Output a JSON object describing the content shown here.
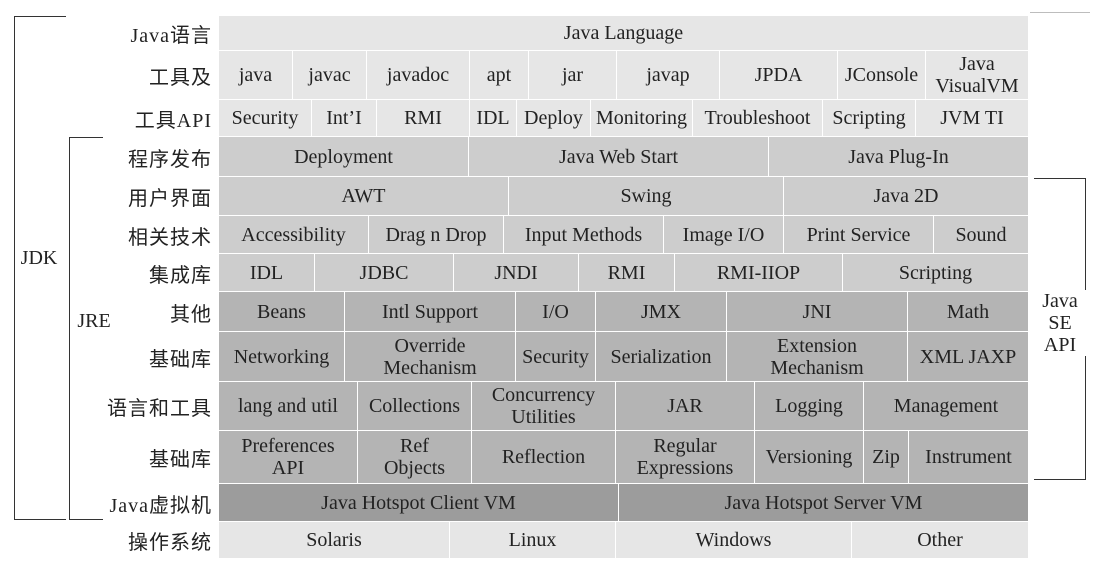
{
  "labels": {
    "jdk": "JDK",
    "jre": "JRE",
    "se_api": "Java\nSE\nAPI"
  },
  "row_labels": [
    "Java语言",
    "工具及",
    "工具API",
    "程序发布",
    "用户界面",
    "相关技术",
    "集成库",
    "其他",
    "基础库",
    "语言和工具",
    "基础库",
    "Java虚拟机",
    "操作系统"
  ],
  "rows": [
    {
      "shade": "l1",
      "cells": [
        [
          "Java Language",
          1
        ]
      ]
    },
    {
      "shade": "l1",
      "cells": [
        [
          "java",
          1
        ],
        [
          "javac",
          1
        ],
        [
          "javadoc",
          1.4
        ],
        [
          "apt",
          0.8
        ],
        [
          "jar",
          1.2
        ],
        [
          "javap",
          1.4
        ],
        [
          "JPDA",
          1.6
        ],
        [
          "JConsole",
          1.2
        ],
        [
          "Java\nVisualVM",
          1.4
        ]
      ]
    },
    {
      "shade": "l1",
      "cells": [
        [
          "Security",
          1
        ],
        [
          "Int’I",
          0.7
        ],
        [
          "RMI",
          1
        ],
        [
          "IDL",
          0.5
        ],
        [
          "Deploy",
          0.8
        ],
        [
          "Monitoring",
          1.1
        ],
        [
          "Troubleshoot",
          1.4
        ],
        [
          "Scripting",
          1
        ],
        [
          "JVM TI",
          1.2
        ]
      ]
    },
    {
      "shade": "l2",
      "cells": [
        [
          "Deployment",
          2.5
        ],
        [
          "Java Web Start",
          3
        ],
        [
          "Java Plug-In",
          2.6
        ]
      ]
    },
    {
      "shade": "l2",
      "cells": [
        [
          "AWT",
          2.9
        ],
        [
          "Swing",
          2.75
        ],
        [
          "Java 2D",
          2.45
        ]
      ]
    },
    {
      "shade": "l2",
      "cells": [
        [
          "Accessibility",
          1.5
        ],
        [
          "Drag n Drop",
          1.35
        ],
        [
          "Input Methods",
          1.6
        ],
        [
          "Image I/O",
          1.2
        ],
        [
          "Print Service",
          1.5
        ],
        [
          "Sound",
          0.95
        ]
      ]
    },
    {
      "shade": "l2",
      "cells": [
        [
          "IDL",
          1
        ],
        [
          "JDBC",
          1.45
        ],
        [
          "JNDI",
          1.3
        ],
        [
          "RMI",
          1
        ],
        [
          "RMI-IIOP",
          1.75
        ],
        [
          "Scripting",
          1.95
        ]
      ]
    },
    {
      "shade": "l3",
      "cells": [
        [
          "Beans",
          1.25
        ],
        [
          "Intl Support",
          1.7
        ],
        [
          "I/O",
          0.8
        ],
        [
          "JMX",
          1.3
        ],
        [
          "JNI",
          1.8
        ],
        [
          "Math",
          1.2
        ]
      ]
    },
    {
      "shade": "l3",
      "cells": [
        [
          "Networking",
          1.25
        ],
        [
          "Override\nMechanism",
          1.7
        ],
        [
          "Security",
          0.8
        ],
        [
          "Serialization",
          1.3
        ],
        [
          "Extension\nMechanism",
          1.8
        ],
        [
          "XML JAXP",
          1.2
        ]
      ]
    },
    {
      "shade": "l3",
      "cells": [
        [
          "lang and util",
          1.4
        ],
        [
          "Collections",
          1.15
        ],
        [
          "Concurrency\nUtilities",
          1.45
        ],
        [
          "JAR",
          1.4
        ],
        [
          "Logging",
          1.1
        ],
        [
          "Management",
          1.65
        ]
      ]
    },
    {
      "shade": "l3",
      "cells": [
        [
          "Preferences\nAPI",
          1.4
        ],
        [
          "Ref\nObjects",
          1.15
        ],
        [
          "Reflection",
          1.45
        ],
        [
          "Regular\nExpressions",
          1.4
        ],
        [
          "Versioning",
          1.1
        ],
        [
          "Zip",
          0.45
        ],
        [
          "Instrument",
          1.2
        ]
      ]
    },
    {
      "shade": "l4",
      "cells": [
        [
          "Java Hotspot Client VM",
          4
        ],
        [
          "Java Hotspot Server VM",
          4.1
        ]
      ]
    },
    {
      "shade": "l1",
      "cells": [
        [
          "Solaris",
          2.3
        ],
        [
          "Linux",
          1.65
        ],
        [
          "Windows",
          2.35
        ],
        [
          "Other",
          1.75
        ]
      ]
    }
  ]
}
